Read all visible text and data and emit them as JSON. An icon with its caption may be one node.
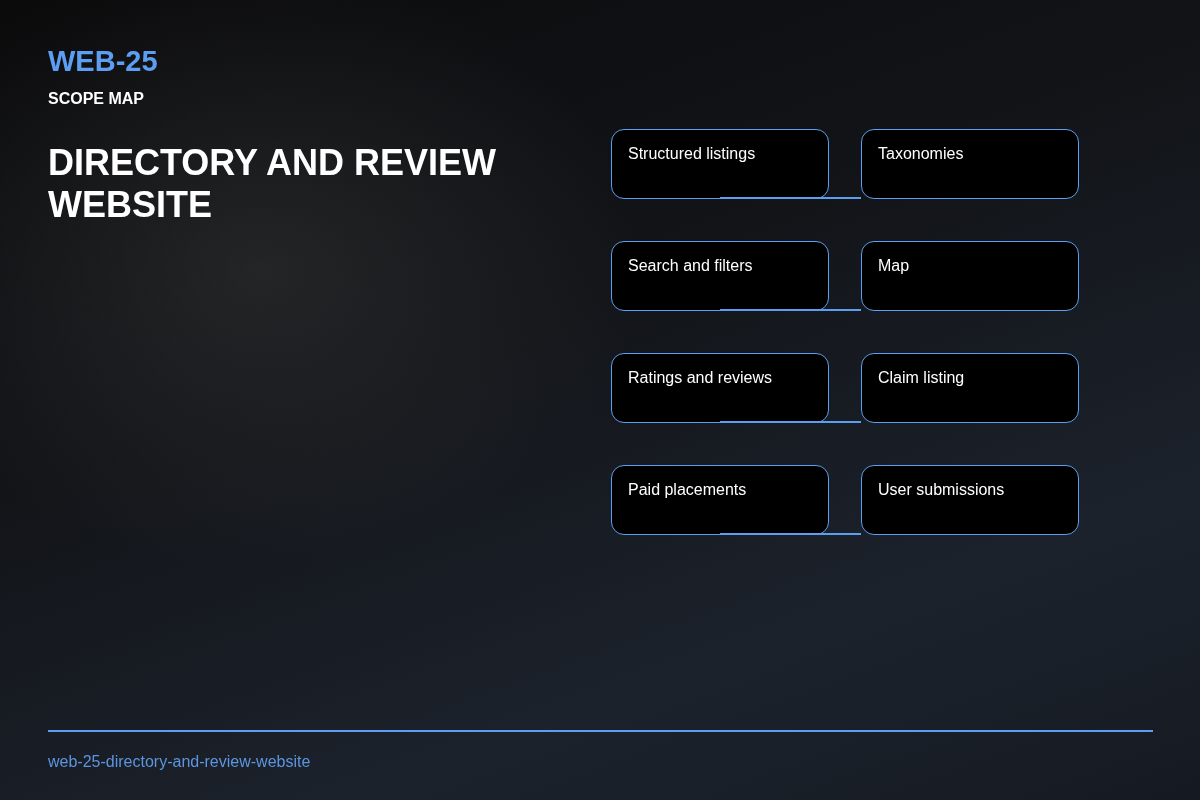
{
  "diagram": {
    "title": "DIRECTORY AND REVIEW WEBSITE",
    "nodes": [
      {
        "text": [
          "Structured listings"
        ]
      },
      {
        "text": [
          "Taxonomies"
        ]
      },
      {
        "text": [
          "Search and filters"
        ]
      },
      {
        "text": [
          "Map"
        ]
      },
      {
        "text": [
          "Ratings and reviews"
        ]
      },
      {
        "text": [
          "Claim listing"
        ]
      },
      {
        "text": [
          "Paid placements"
        ]
      },
      {
        "text": [
          "User submissions"
        ]
      }
    ],
    "edges": [
      {
        "from": 0,
        "to": 1,
        "arrow": "none"
      },
      {
        "from": 2,
        "to": 3,
        "arrow": "none"
      },
      {
        "from": 4,
        "to": 5,
        "arrow": "none"
      },
      {
        "from": 6,
        "to": 7,
        "arrow": "none"
      }
    ],
    "labels": [
      "WEB-25",
      "SCOPE MAP",
      "web-25-directory-and-review-website"
    ]
  }
}
